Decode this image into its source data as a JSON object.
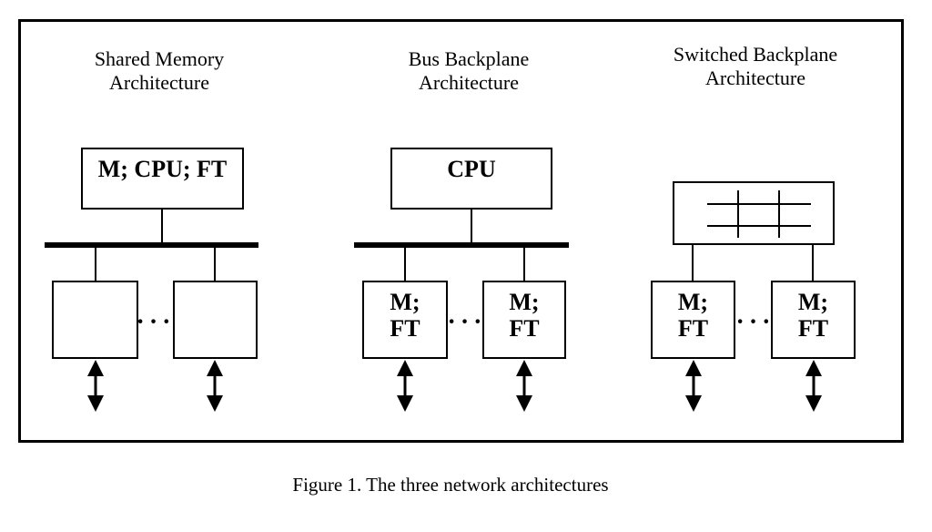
{
  "figure": {
    "caption": "Figure 1. The three network architectures"
  },
  "architectures": [
    {
      "id": "shared-memory",
      "title_line1": "Shared Memory",
      "title_line2": "Architecture",
      "top_box_label": "M; CPU; FT",
      "left_node_label": "",
      "right_node_label": "",
      "dots": "···"
    },
    {
      "id": "bus-backplane",
      "title_line1": "Bus Backplane",
      "title_line2": "Architecture",
      "top_box_label": "CPU",
      "node_line1": "M;",
      "node_line2": "FT",
      "dots": "···"
    },
    {
      "id": "switched-backplane",
      "title_line1": "Switched Backplane",
      "title_line2": "Architecture",
      "top_box_icon": "crossbar-switch",
      "node_line1": "M;",
      "node_line2": "FT",
      "dots": "···"
    }
  ],
  "colors": {
    "ink": "#000000",
    "background": "#ffffff"
  }
}
